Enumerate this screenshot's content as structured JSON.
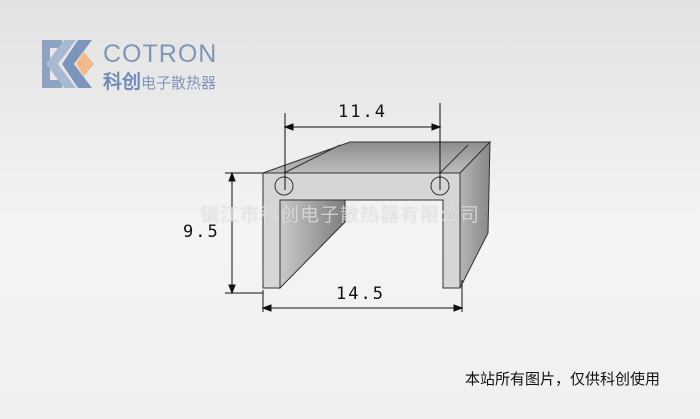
{
  "logo": {
    "brand": "COTRON",
    "cn_bold": "科创",
    "cn_sub": "电子散热器",
    "colors": {
      "blue": "#7f97b7",
      "orange": "#f0b98a"
    }
  },
  "dimensions": {
    "slot_spacing": "11.4",
    "width": "14.5",
    "height": "9.5"
  },
  "watermark": "镇江市科创电子散热器有限公司",
  "note": "本站所有图片，仅供科创使用"
}
